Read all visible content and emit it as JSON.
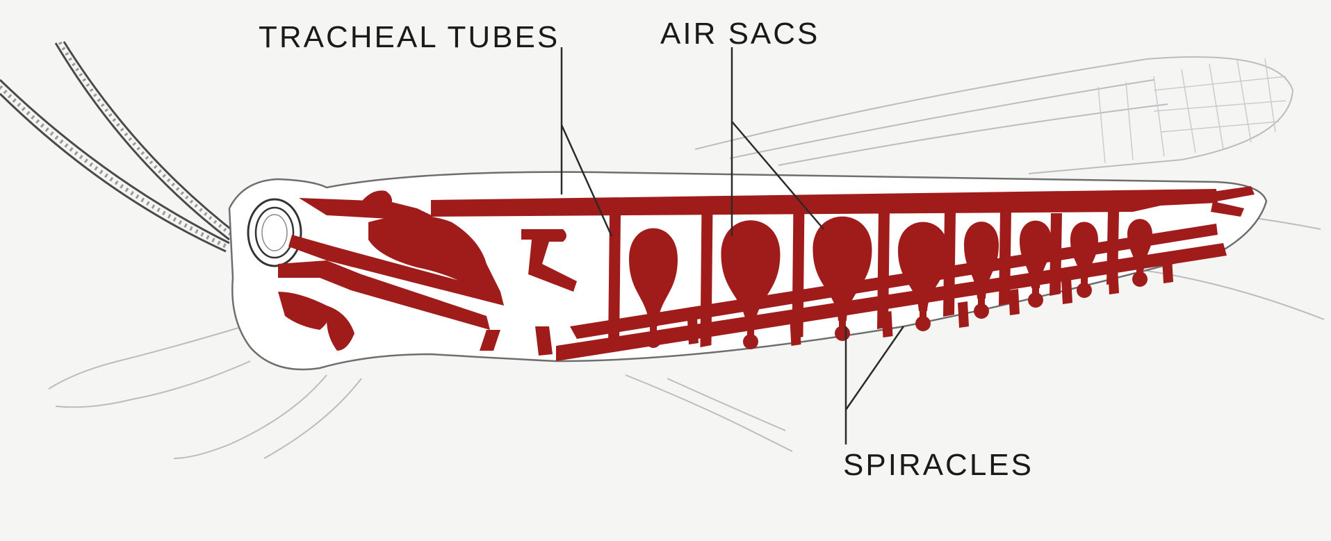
{
  "diagram": {
    "labels": {
      "tracheal_tubes": "TRACHEAL TUBES",
      "air_sacs": "AIR SACS",
      "spiracles": "SPIRACLES"
    },
    "colors": {
      "trachea": "#a01c1a",
      "background": "#f5f5f3",
      "body_fill": "#ffffff",
      "outline": "#6e6e6e",
      "ghost_lines": "#b9bdbf",
      "text": "#1a1a1a"
    }
  }
}
